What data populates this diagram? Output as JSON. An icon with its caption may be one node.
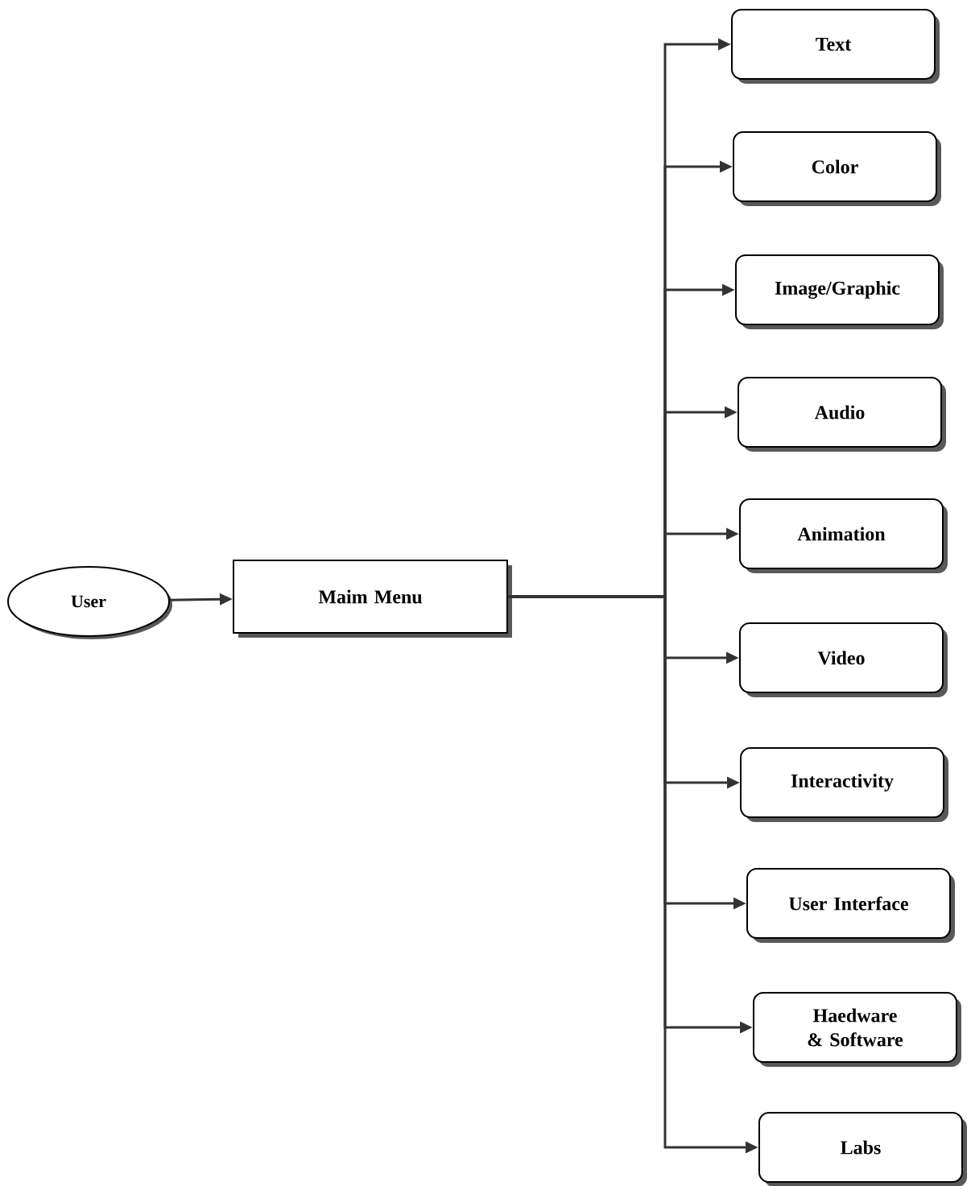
{
  "diagram": {
    "nodes": [
      {
        "text": [
          "User"
        ]
      },
      {
        "text": [
          "Maim Menu"
        ]
      },
      {
        "text": [
          "Text"
        ]
      },
      {
        "text": [
          "Color"
        ]
      },
      {
        "text": [
          "Image/Graphic"
        ]
      },
      {
        "text": [
          "Audio"
        ]
      },
      {
        "text": [
          "Animation"
        ]
      },
      {
        "text": [
          "Video"
        ]
      },
      {
        "text": [
          "Interactivity"
        ]
      },
      {
        "text": [
          "User Interface"
        ]
      },
      {
        "text": [
          "Haedware & Software"
        ]
      },
      {
        "text": [
          "Labs"
        ]
      }
    ],
    "edges": [
      {
        "from": 0,
        "to": 1,
        "arrow": "to"
      },
      {
        "from": 1,
        "to": 2,
        "arrow": "to"
      },
      {
        "from": 1,
        "to": 3,
        "arrow": "to"
      },
      {
        "from": 1,
        "to": 4,
        "arrow": "to"
      },
      {
        "from": 1,
        "to": 5,
        "arrow": "to"
      },
      {
        "from": 1,
        "to": 6,
        "arrow": "to"
      },
      {
        "from": 1,
        "to": 7,
        "arrow": "to"
      },
      {
        "from": 1,
        "to": 8,
        "arrow": "to"
      },
      {
        "from": 1,
        "to": 9,
        "arrow": "to"
      },
      {
        "from": 1,
        "to": 10,
        "arrow": "to"
      },
      {
        "from": 1,
        "to": 11,
        "arrow": "to"
      }
    ]
  }
}
